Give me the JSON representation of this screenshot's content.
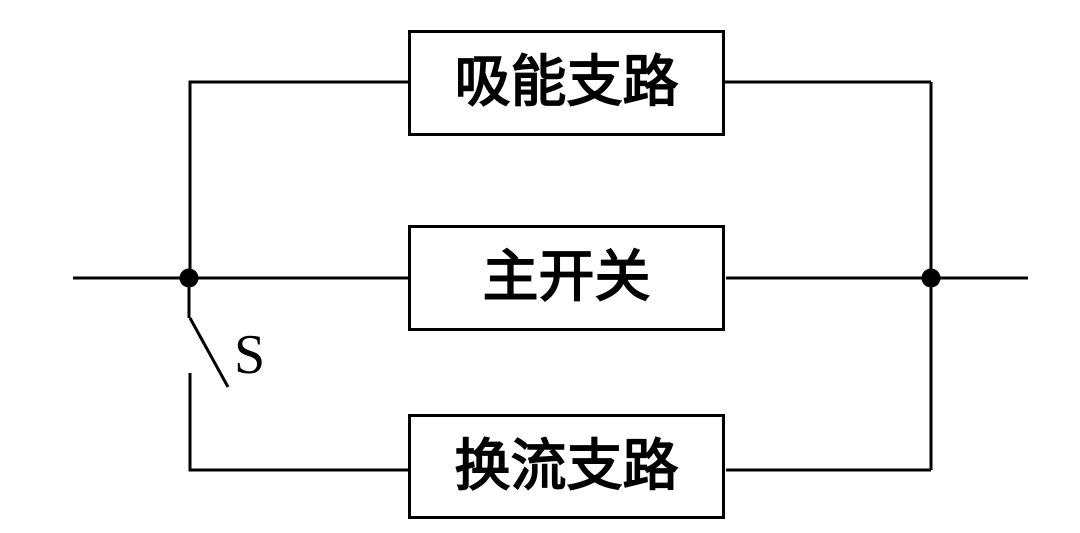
{
  "diagram": {
    "type": "circuit-block-diagram",
    "background_color": "#ffffff",
    "line_color": "#000000",
    "boxes": [
      {
        "id": "energy-absorption-branch",
        "label": "吸能支路"
      },
      {
        "id": "main-switch",
        "label": "主开关"
      },
      {
        "id": "commutation-branch",
        "label": "换流支路"
      }
    ],
    "switch": {
      "label": "S"
    }
  }
}
